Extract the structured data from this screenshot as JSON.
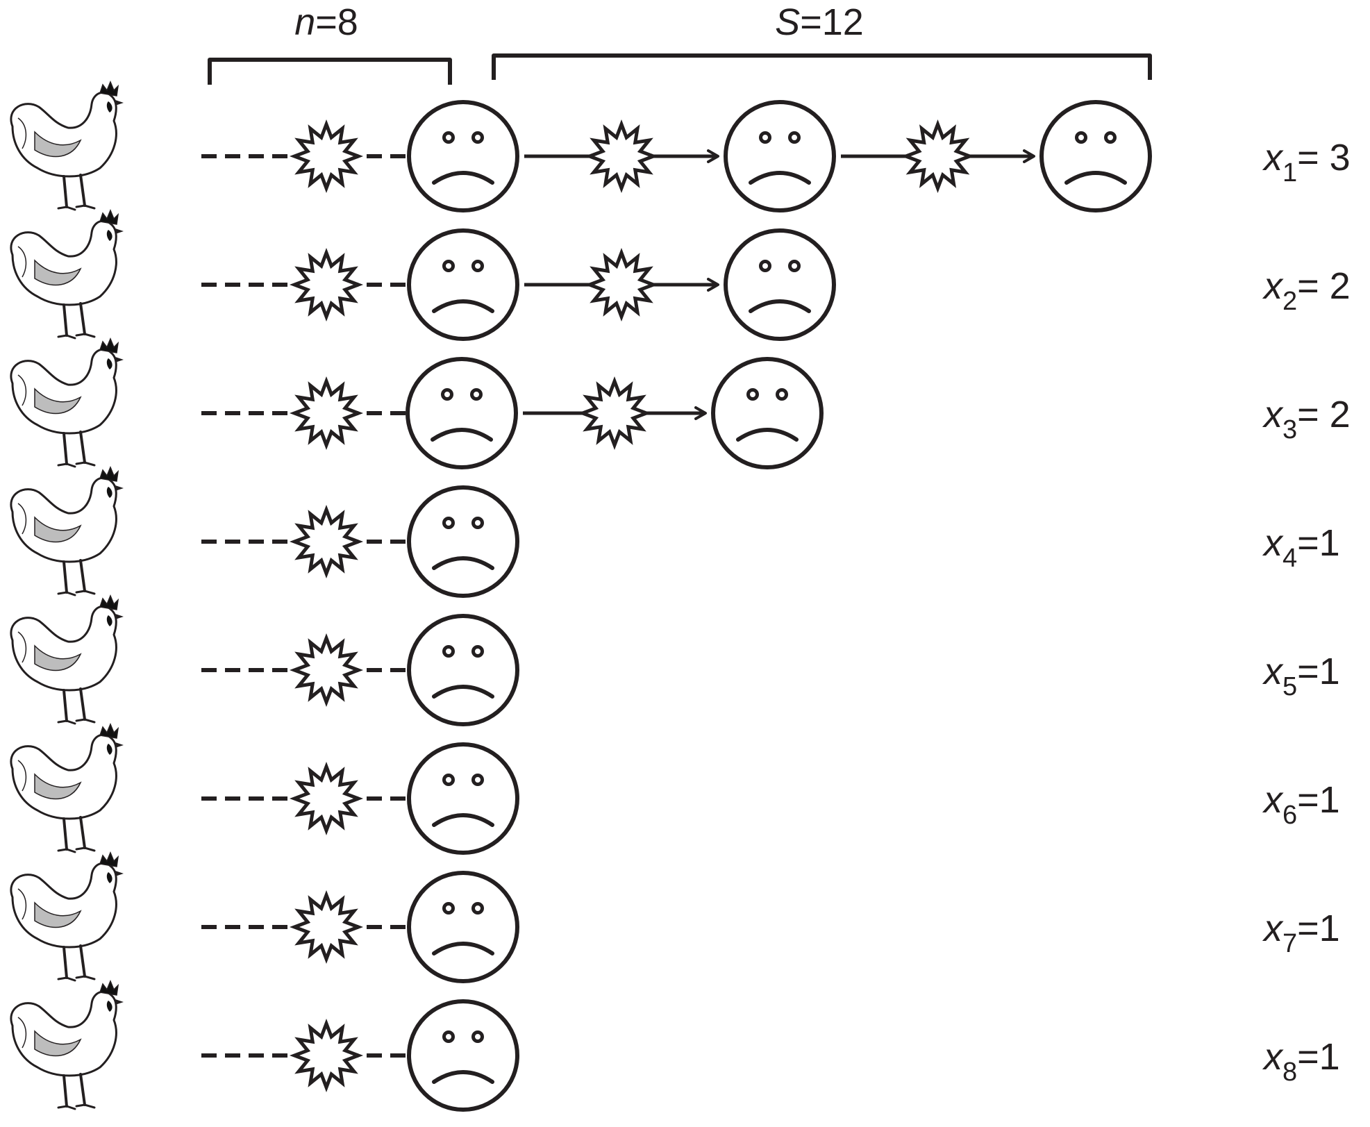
{
  "header": {
    "n": {
      "var": "n",
      "eq": "=8"
    },
    "s": {
      "var": "S",
      "eq": "=12"
    }
  },
  "icons": {
    "source": "chicken-icon",
    "event": "starburst-icon",
    "case": "sad-face-icon"
  },
  "colors": {
    "ink": "#231f20",
    "hen_shade": "#bdbdbd",
    "comb": "#111111"
  },
  "rows": [
    {
      "var": "x",
      "sub": "1",
      "eq": "= 3",
      "count": 3
    },
    {
      "var": "x",
      "sub": "2",
      "eq": "= 2",
      "count": 2
    },
    {
      "var": "x",
      "sub": "3",
      "eq": "= 2",
      "count": 2
    },
    {
      "var": "x",
      "sub": "4",
      "eq": "=1",
      "count": 1
    },
    {
      "var": "x",
      "sub": "5",
      "eq": "=1",
      "count": 1
    },
    {
      "var": "x",
      "sub": "6",
      "eq": "=1",
      "count": 1
    },
    {
      "var": "x",
      "sub": "7",
      "eq": "=1",
      "count": 1
    },
    {
      "var": "x",
      "sub": "8",
      "eq": "=1",
      "count": 1
    }
  ]
}
